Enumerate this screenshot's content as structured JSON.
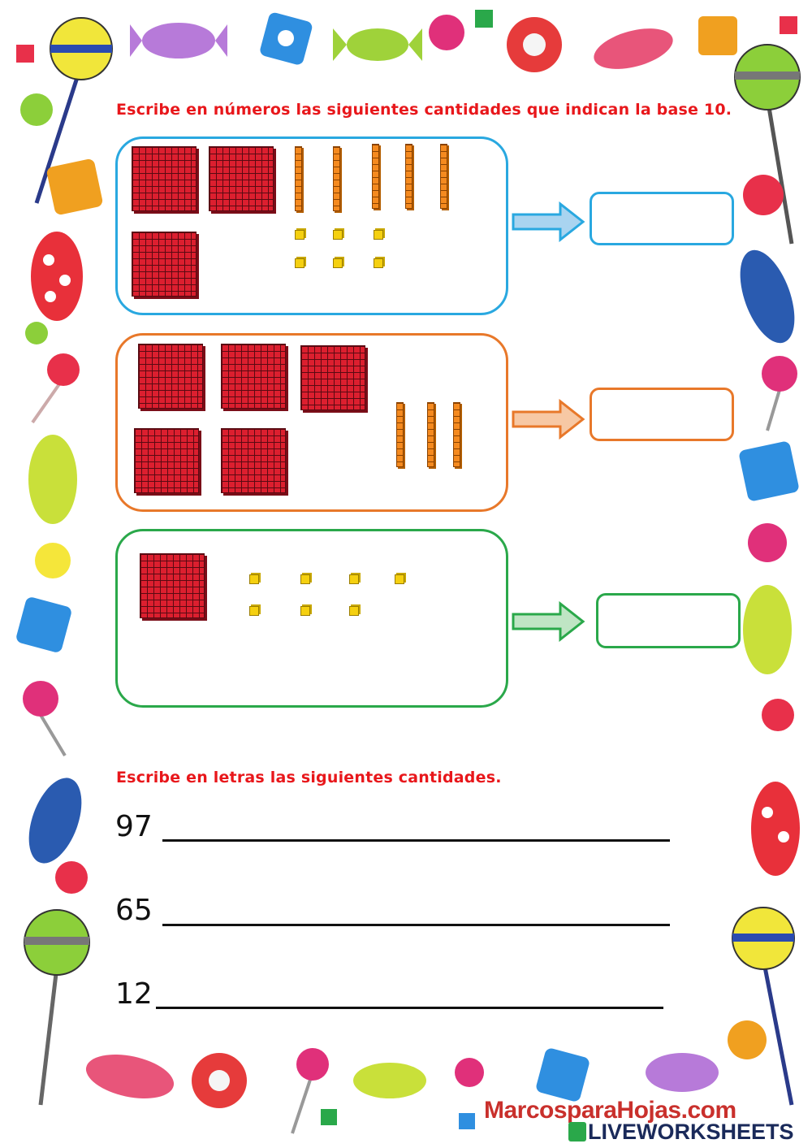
{
  "section1": {
    "instruction": "Escribe en números las siguientes cantidades que indican la base 10."
  },
  "groups": [
    {
      "hundreds": 3,
      "tens": 5,
      "ones": 6,
      "color": "#29a8e0"
    },
    {
      "hundreds": 5,
      "tens": 3,
      "ones": 0,
      "color": "#e8782a"
    },
    {
      "hundreds": 1,
      "tens": 0,
      "ones": 7,
      "color": "#2aa84a"
    }
  ],
  "section2": {
    "instruction": "Escribe en letras las siguientes cantidades.",
    "items": [
      {
        "number": "97"
      },
      {
        "number": "65"
      },
      {
        "number": "12"
      }
    ]
  },
  "watermark": "MarcosparaHojas.com",
  "footer_brand": "LIVEWORKSHEETS",
  "colors": {
    "instruction": "#e8171b",
    "hundred_block": "#dc1f2f",
    "ten_rod": "#f58a1f",
    "one_cube": "#f5d010"
  }
}
